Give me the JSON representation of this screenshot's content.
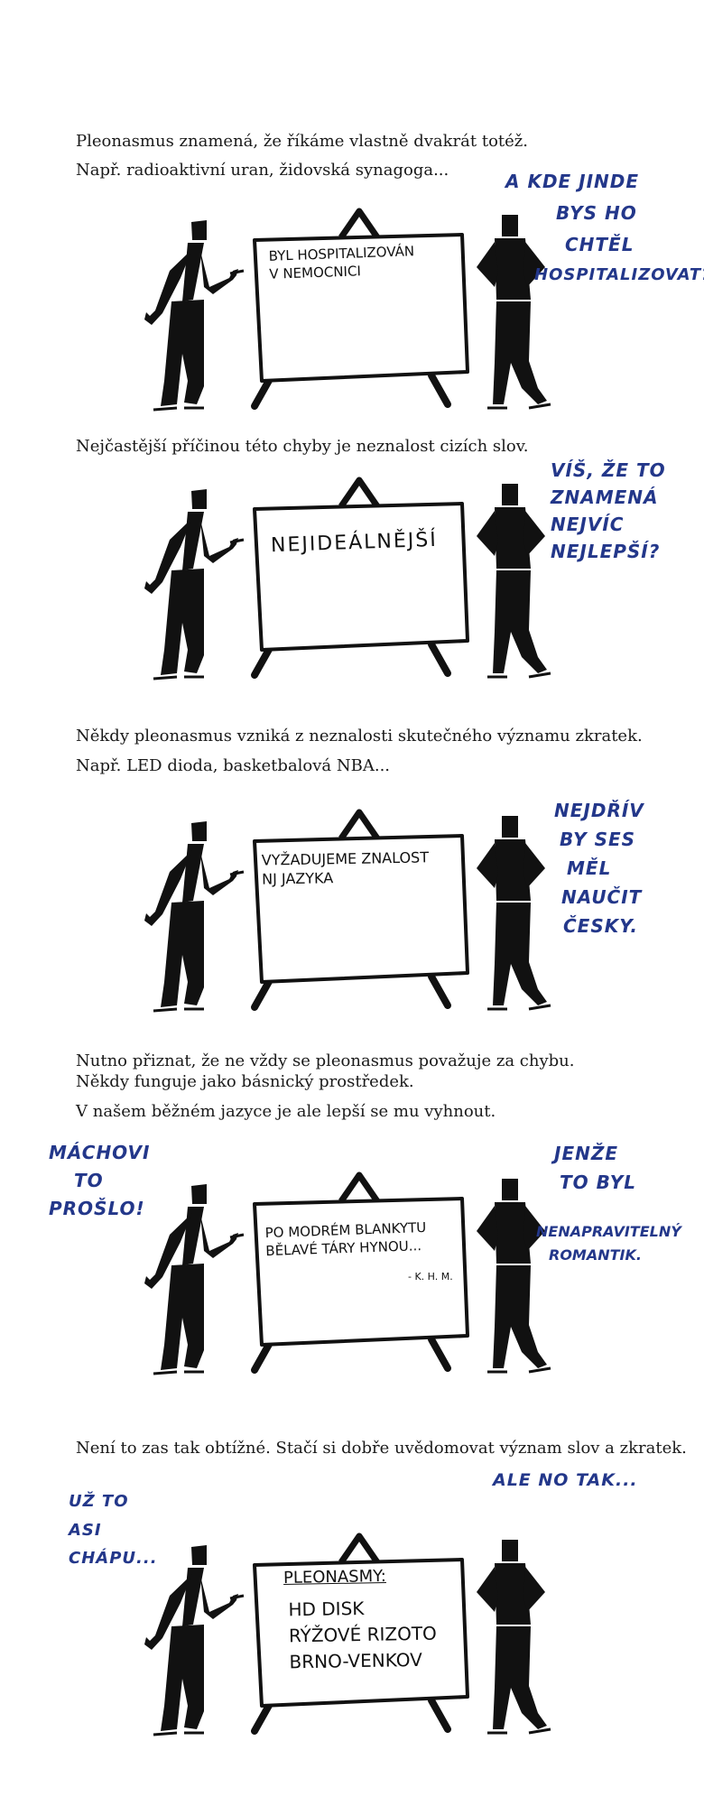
{
  "narration": {
    "p1": "Pleonasmus znamená, že říkáme vlastně dvakrát totéž.",
    "p2": "Např. radioaktivní uran, židovská synagoga...",
    "p3": "Nejčastější příčinou této chyby je neznalost cizích slov.",
    "p4": "Někdy pleonasmus vzniká z neznalosti skutečného významu zkratek.",
    "p5": "Např. LED dioda, basketbalová NBA...",
    "p6": "Nutno přiznat, že ne vždy se pleonasmus považuje za chybu.",
    "p7": "Někdy funguje jako básnický prostředek.",
    "p8": "V našem běžném jazyce je ale lepší se mu vyhnout.",
    "p9": "Není to zas tak obtížné. Stačí si dobře uvědomovat význam slov a zkratek."
  },
  "panels": [
    {
      "board": [
        "BYL HOSPITALIZOVÁN",
        "V NEMOCNICI"
      ],
      "right_speech": [
        "A KDE JINDE",
        "BYS HO",
        "CHTĚL",
        "HOSPITALIZOVAT?"
      ]
    },
    {
      "board": [
        "NEJIDEÁLNĚJŠÍ"
      ],
      "right_speech": [
        "VÍŠ, ŽE TO",
        "ZNAMENÁ",
        "NEJVÍC",
        "NEJLEPŠÍ?"
      ]
    },
    {
      "board": [
        "VYŽADUJEME ZNALOST",
        "NJ JAZYKA"
      ],
      "right_speech": [
        "NEJDŘÍV",
        "BY SES",
        "MĚL",
        "NAUČIT",
        "ČESKY."
      ]
    },
    {
      "board": [
        "PO MODRÉM BLANKYTU",
        "BĚLAVÉ TÁRY HYNOU..."
      ],
      "board_signature": "- K. H. M.",
      "left_speech": [
        "MÁCHOVI",
        "TO",
        "PROŠLO!"
      ],
      "right_speech_top": [
        "JENŽE",
        "TO BYL"
      ],
      "right_speech_bottom": [
        "NENAPRAVITELNÝ",
        "ROMANTIK."
      ]
    },
    {
      "board_heading": "PLEONASMY:",
      "board": [
        "HD DISK",
        "RÝŽOVÉ RIZOTO",
        "BRNO-VENKOV"
      ],
      "left_speech": [
        "UŽ TO",
        "ASI",
        "CHÁPU..."
      ],
      "right_speech": [
        "ALE NO TAK..."
      ]
    }
  ],
  "colors": {
    "ink": "#111111",
    "speech": "#23378a",
    "text": "#1a1a1a",
    "background": "#ffffff"
  }
}
